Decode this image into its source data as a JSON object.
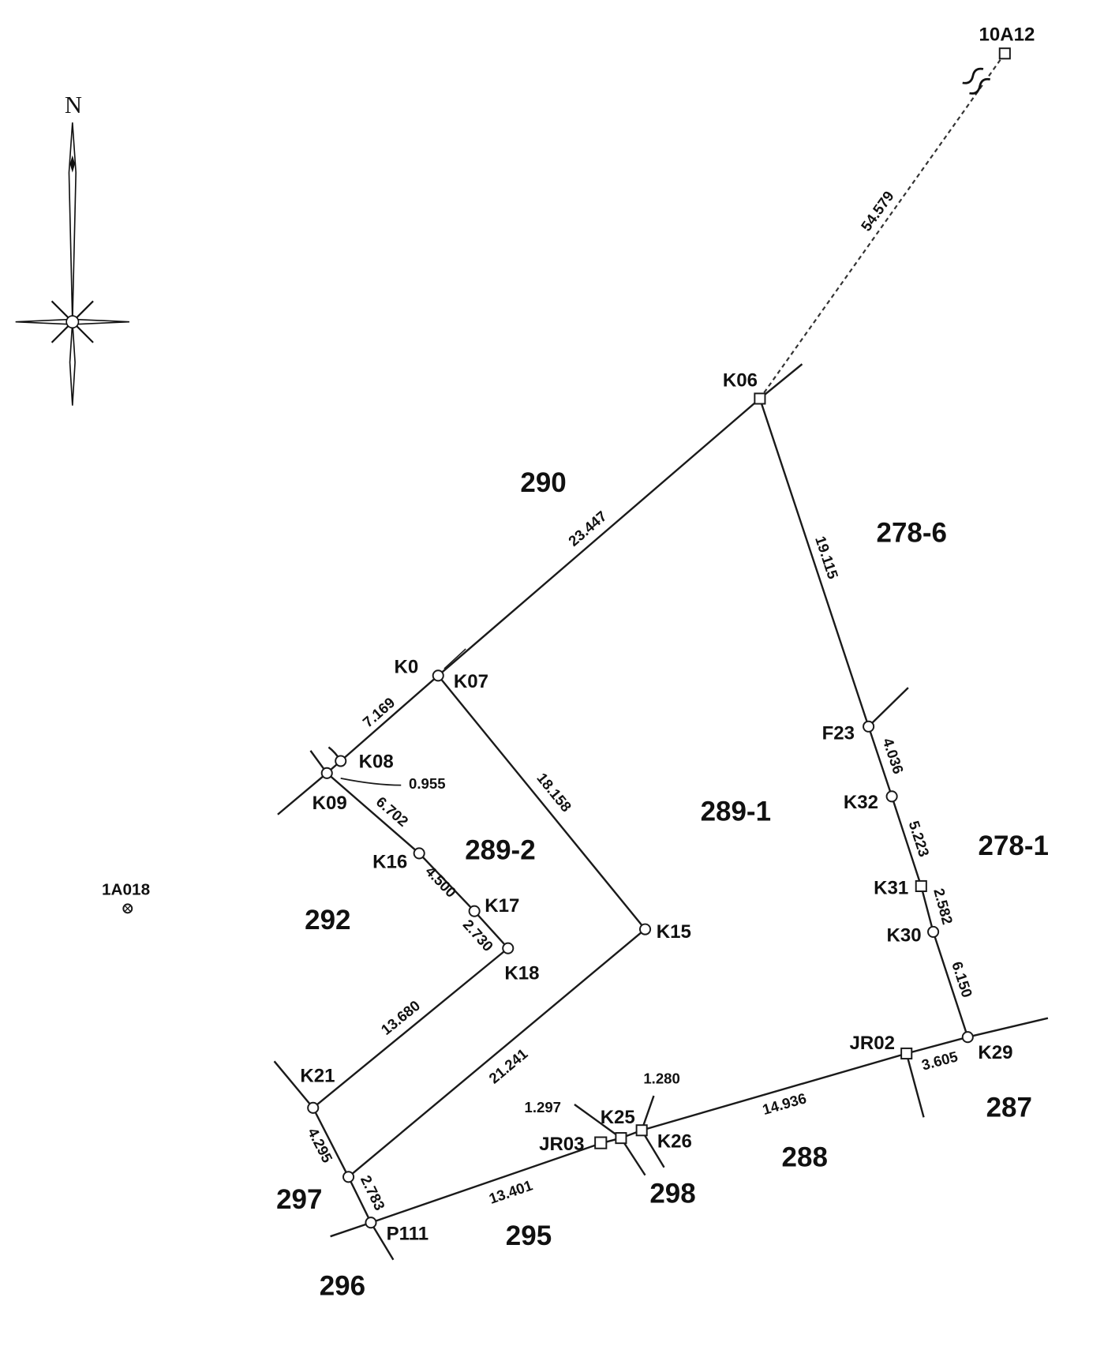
{
  "compass": {
    "north_label": "N"
  },
  "points": {
    "p10A12": "10A12",
    "K06": "K06",
    "K07": "K07",
    "K0_partial": "K0",
    "K08": "K08",
    "K09": "K09",
    "K16": "K16",
    "K17": "K17",
    "K18": "K18",
    "K15": "K15",
    "K21": "K21",
    "P111": "P111",
    "JR03": "JR03",
    "K25": "K25",
    "K26": "K26",
    "JR02": "JR02",
    "K29": "K29",
    "K30": "K30",
    "K31": "K31",
    "K32": "K32",
    "F23": "F23",
    "p1A018": "1A018"
  },
  "distances": {
    "d10A12_K06": "54.579",
    "dK06_K07": "23.447",
    "dK06_F23": "19.115",
    "dK07_K08": "7.169",
    "dK08_K09": "0.955",
    "dK09_K16": "6.702",
    "dK16_K17": "4.500",
    "dK17_K18": "2.730",
    "dK07_K15": "18.158",
    "dK18_K21": "13.680",
    "dK15_P111": "21.241",
    "dK21_P": "4.295",
    "dP_P111": "2.783",
    "dP111_JR03": "13.401",
    "dJR03_K25": "1.297",
    "dK25_K26": "1.280",
    "dK26_JR02": "14.936",
    "dJR02_K29": "3.605",
    "dF23_K32": "4.036",
    "dK32_K31": "5.223",
    "dK31_K30": "2.582",
    "dK30_K29": "6.150"
  },
  "parcels": [
    "290",
    "278-6",
    "289-1",
    "289-2",
    "278-1",
    "292",
    "297",
    "298",
    "288",
    "287",
    "295",
    "296"
  ]
}
